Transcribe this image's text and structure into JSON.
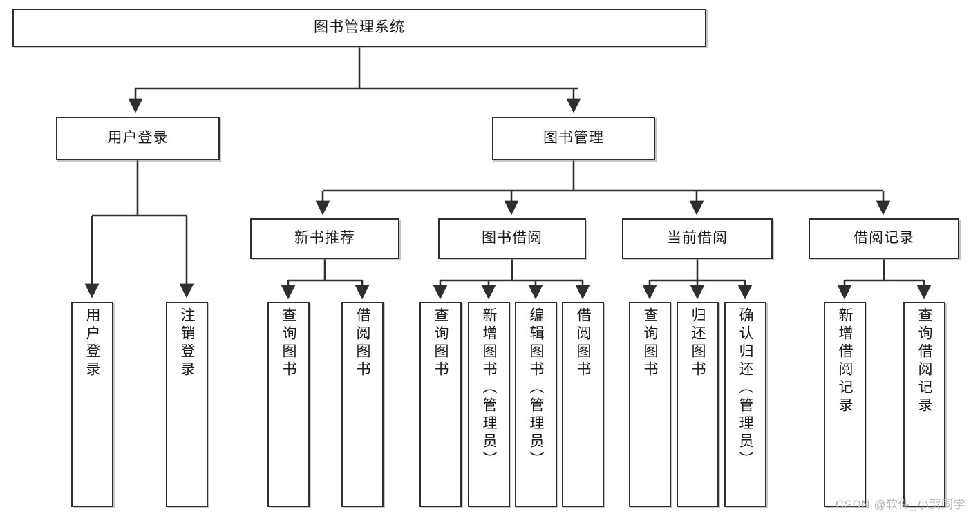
{
  "diagram": {
    "title": "图书管理系统",
    "type": "tree",
    "orientation": "top-down",
    "colors": {
      "box_border": "#2f2f2f",
      "box_fill": "#ffffff",
      "line": "#2f2f2f",
      "text": "#1a1a1a",
      "watermark": "#b6b6b6"
    },
    "root": {
      "label": "图书管理系统"
    },
    "level2": [
      {
        "label": "用户登录"
      },
      {
        "label": "图书管理"
      }
    ],
    "level3": [
      {
        "label": "新书推荐"
      },
      {
        "label": "图书借阅"
      },
      {
        "label": "当前借阅"
      },
      {
        "label": "借阅记录"
      }
    ],
    "leaves": {
      "user_login": [
        {
          "label": "用户登录"
        },
        {
          "label": "注销登录"
        }
      ],
      "new_book_recommend": [
        {
          "label": "查询图书"
        },
        {
          "label": "借阅图书"
        }
      ],
      "book_borrow": [
        {
          "label": "查询图书"
        },
        {
          "label": "新增图书（管理员）"
        },
        {
          "label": "编辑图书（管理员）"
        },
        {
          "label": "借阅图书"
        }
      ],
      "current_borrow": [
        {
          "label": "查询图书"
        },
        {
          "label": "归还图书"
        },
        {
          "label": "确认归还（管理员）"
        }
      ],
      "borrow_record": [
        {
          "label": "新增借阅记录"
        },
        {
          "label": "查询借阅记录"
        }
      ]
    }
  },
  "watermark": {
    "text": "CSDN @软件_小贺同学"
  }
}
